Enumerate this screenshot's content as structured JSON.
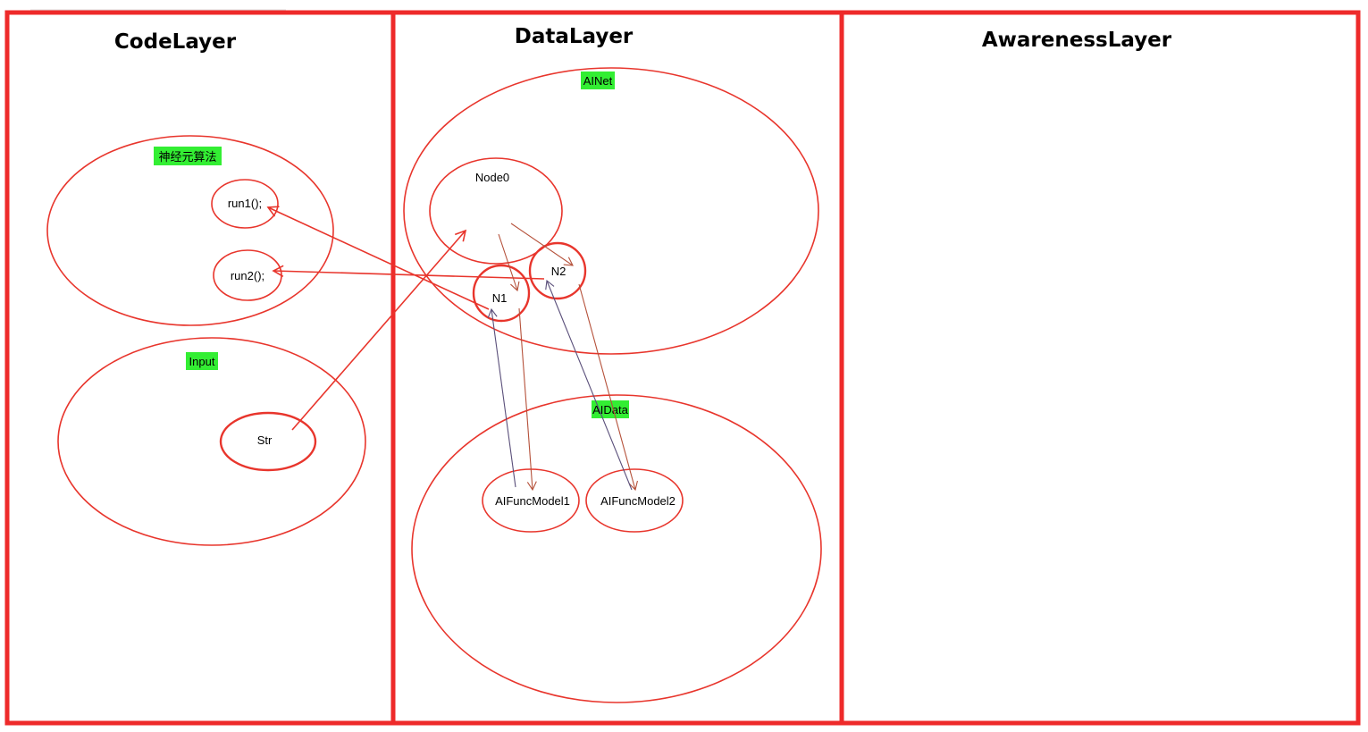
{
  "layers": {
    "code": "CodeLayer",
    "data": "DataLayer",
    "awareness": "AwarenessLayer"
  },
  "groups": {
    "neuron_algorithm": "神经元算法",
    "input": "Input",
    "ainet": "AINet",
    "aidata": "AIData"
  },
  "nodes": {
    "run1": "run1();",
    "run2": "run2();",
    "str": "Str",
    "node0": "Node0",
    "n1": "N1",
    "n2": "N2",
    "aifuncmodel1": "AIFuncModel1",
    "aifuncmodel2": "AIFuncModel2"
  },
  "colors": {
    "frame": "#ee2a2a",
    "ellipse": "#e8352c",
    "label_highlight": "#33ee33",
    "arrow_red": "#e8352c",
    "arrow_brown": "#b5513a",
    "arrow_purple": "#5a4f7a"
  }
}
